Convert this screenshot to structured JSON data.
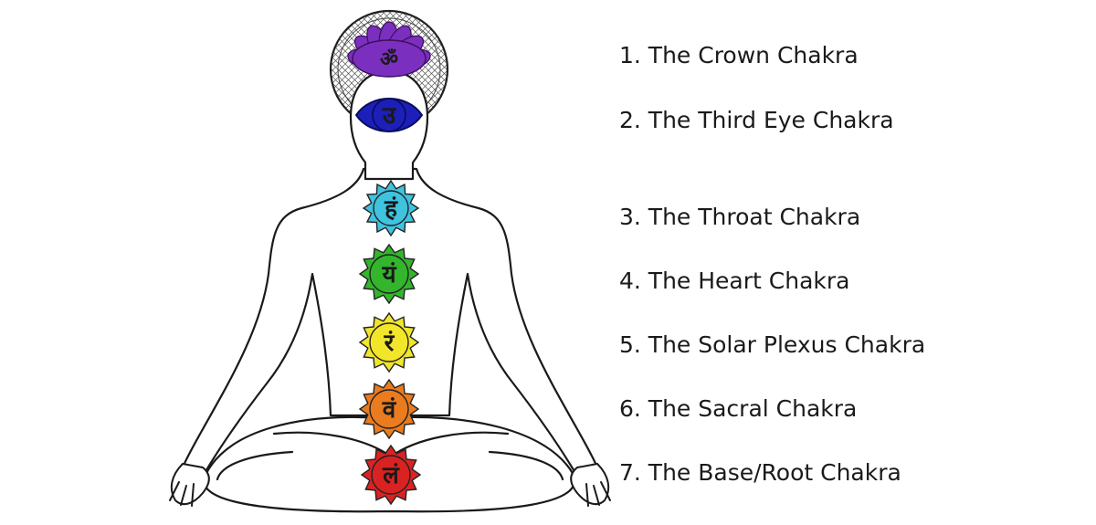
{
  "chakras": [
    {
      "label": "1. The Crown Chakra",
      "symbol": "ॐ",
      "color": "#7b2fbe",
      "icon": "crown-chakra-icon"
    },
    {
      "label": "2. The Third Eye Chakra",
      "symbol": "उ",
      "color": "#1c1fb8",
      "icon": "third-eye-chakra-icon"
    },
    {
      "label": "3. The Throat Chakra",
      "symbol": "हं",
      "color": "#3fc3df",
      "icon": "throat-chakra-icon"
    },
    {
      "label": "4. The Heart Chakra",
      "symbol": "यं",
      "color": "#33b52c",
      "icon": "heart-chakra-icon"
    },
    {
      "label": "5. The Solar Plexus Chakra",
      "symbol": "रं",
      "color": "#f1e62a",
      "icon": "solar-plexus-chakra-icon"
    },
    {
      "label": "6. The Sacral Chakra",
      "symbol": "वं",
      "color": "#ea7b1e",
      "icon": "sacral-chakra-icon"
    },
    {
      "label": "7. The Base/Root Chakra",
      "symbol": "लं",
      "color": "#d92323",
      "icon": "root-chakra-icon"
    }
  ]
}
